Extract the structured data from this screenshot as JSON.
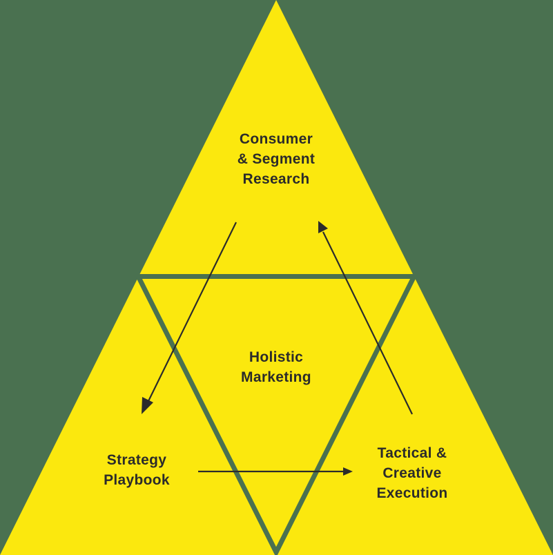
{
  "colors": {
    "background": "#4a7150",
    "triangle_fill": "#fbe80e",
    "divider_stroke": "#4a7150",
    "arrow": "#2b2b2b",
    "text": "#2b2b2b"
  },
  "diagram": {
    "title": "Holistic Marketing triangle",
    "nodes": {
      "top": {
        "label": "Consumer\n& Segment\nResearch"
      },
      "center": {
        "label": "Holistic\nMarketing"
      },
      "bottom_left": {
        "label": "Strategy\nPlaybook"
      },
      "bottom_right": {
        "label": "Tactical &\nCreative\nExecution"
      }
    },
    "flow": [
      {
        "from": "Consumer & Segment Research",
        "to": "Strategy Playbook"
      },
      {
        "from": "Strategy Playbook",
        "to": "Tactical & Creative Execution"
      },
      {
        "from": "Tactical & Creative Execution",
        "to": "Consumer & Segment Research"
      }
    ]
  }
}
